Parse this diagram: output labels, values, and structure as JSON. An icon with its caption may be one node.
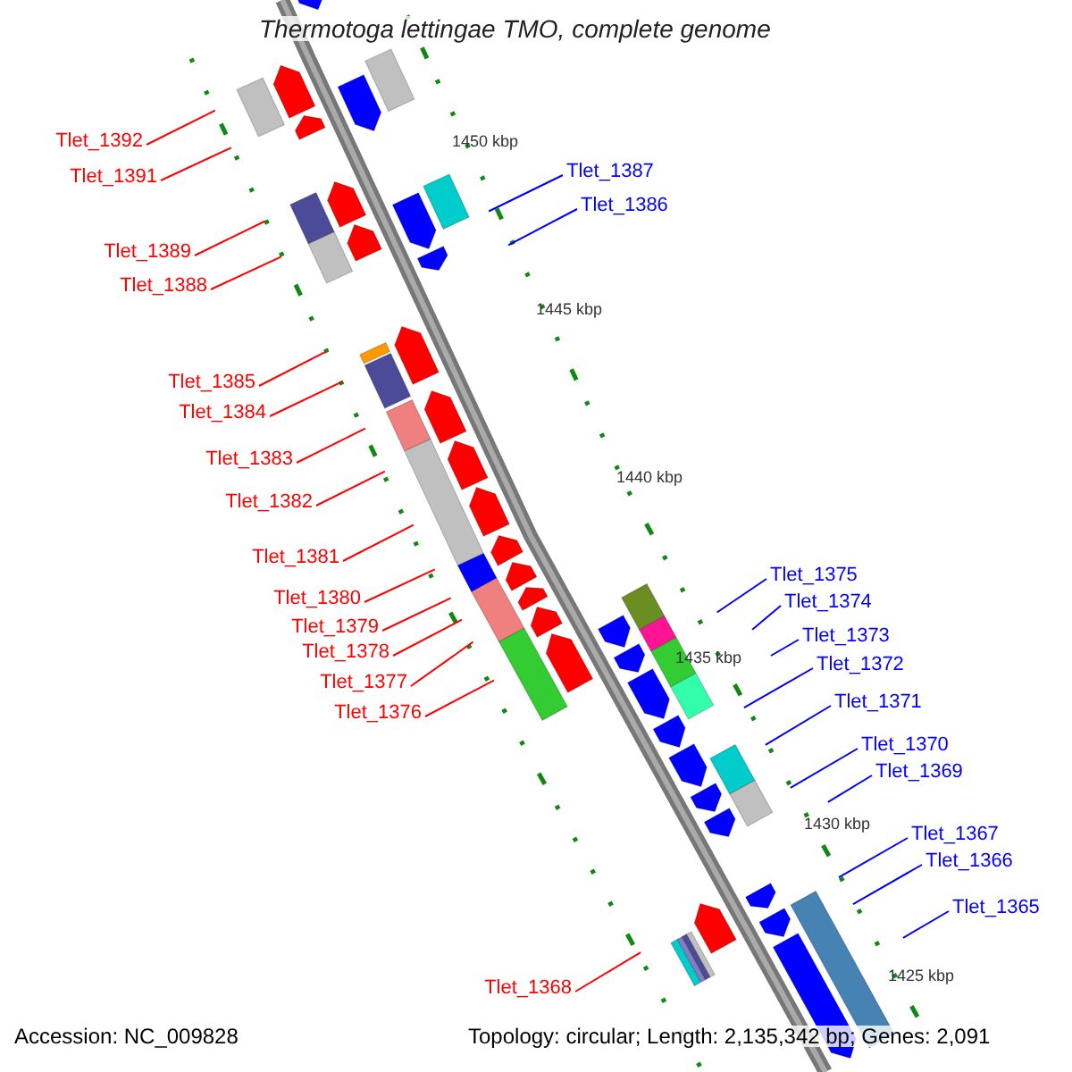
{
  "diagram": {
    "title": "Thermotoga lettingae TMO, complete genome",
    "nodes": [
      {
        "text": [
          "Tlet_1392"
        ]
      },
      {
        "text": [
          "Tlet_1391"
        ]
      },
      {
        "text": [
          "Tlet_1387"
        ]
      },
      {
        "text": [
          "Tlet_1386"
        ]
      },
      {
        "text": [
          "Tlet_1389"
        ]
      },
      {
        "text": [
          "Tlet_1388"
        ]
      },
      {
        "text": [
          "Tlet_1385"
        ]
      },
      {
        "text": [
          "Tlet_1384"
        ]
      },
      {
        "text": [
          "Tlet_1383"
        ]
      },
      {
        "text": [
          "Tlet_1382"
        ]
      },
      {
        "text": [
          "Tlet_1381"
        ]
      },
      {
        "text": [
          "Tlet_1380"
        ]
      },
      {
        "text": [
          "Tlet_1379"
        ]
      },
      {
        "text": [
          "Tlet_1378"
        ]
      },
      {
        "text": [
          "Tlet_1377"
        ]
      },
      {
        "text": [
          "Tlet_1376"
        ]
      },
      {
        "text": [
          "Tlet_1375"
        ]
      },
      {
        "text": [
          "Tlet_1374"
        ]
      },
      {
        "text": [
          "Tlet_1373"
        ]
      },
      {
        "text": [
          "Tlet_1372"
        ]
      },
      {
        "text": [
          "Tlet_1371"
        ]
      },
      {
        "text": [
          "Tlet_1370"
        ]
      },
      {
        "text": [
          "Tlet_1369"
        ]
      },
      {
        "text": [
          "Tlet_1367"
        ]
      },
      {
        "text": [
          "Tlet_1366"
        ]
      },
      {
        "text": [
          "Tlet_1365"
        ]
      },
      {
        "text": [
          "Tlet_1368"
        ]
      }
    ],
    "edges": [
      {
        "from": 0,
        "to": null,
        "arrow": "none"
      },
      {
        "from": 1,
        "to": null,
        "arrow": "none"
      },
      {
        "from": 2,
        "to": null,
        "arrow": "none",
        "color": "#0000ff"
      },
      {
        "from": 3,
        "to": null,
        "arrow": "none",
        "color": "#0000ff"
      },
      {
        "from": 4,
        "to": null,
        "arrow": "none"
      },
      {
        "from": 5,
        "to": null,
        "arrow": "none"
      },
      {
        "from": 6,
        "to": null,
        "arrow": "none"
      },
      {
        "from": 7,
        "to": null,
        "arrow": "none"
      },
      {
        "from": 8,
        "to": null,
        "arrow": "none"
      },
      {
        "from": 9,
        "to": null,
        "arrow": "none"
      },
      {
        "from": 10,
        "to": null,
        "arrow": "none"
      },
      {
        "from": 11,
        "to": null,
        "arrow": "none"
      },
      {
        "from": 12,
        "to": null,
        "arrow": "none"
      },
      {
        "from": 13,
        "to": null,
        "arrow": "none"
      },
      {
        "from": 14,
        "to": null,
        "arrow": "none"
      },
      {
        "from": 15,
        "to": null,
        "arrow": "none"
      },
      {
        "from": 16,
        "to": null,
        "arrow": "none",
        "color": "#0000ff"
      },
      {
        "from": 17,
        "to": null,
        "arrow": "none",
        "color": "#0000ff"
      },
      {
        "from": 18,
        "to": null,
        "arrow": "none",
        "color": "#0000ff"
      },
      {
        "from": 19,
        "to": null,
        "arrow": "none",
        "color": "#0000ff"
      },
      {
        "from": 20,
        "to": null,
        "arrow": "none",
        "color": "#0000ff"
      },
      {
        "from": 21,
        "to": null,
        "arrow": "none",
        "color": "#0000ff"
      },
      {
        "from": 22,
        "to": null,
        "arrow": "none",
        "color": "#0000ff"
      },
      {
        "from": 23,
        "to": null,
        "arrow": "none",
        "color": "#0000ff"
      },
      {
        "from": 24,
        "to": null,
        "arrow": "none",
        "color": "#0000ff"
      },
      {
        "from": 25,
        "to": null,
        "arrow": "none",
        "color": "#0000ff"
      },
      {
        "from": 26,
        "to": null,
        "arrow": "none"
      }
    ],
    "labels": [
      "1450 kbp",
      "1445 kbp",
      "1440 kbp",
      "1435 kbp",
      "1430 kbp",
      "1425 kbp",
      "Accession: NC_009828",
      "Topology: circular; Length: 2,135,342 bp; Genes: 2,091"
    ]
  }
}
